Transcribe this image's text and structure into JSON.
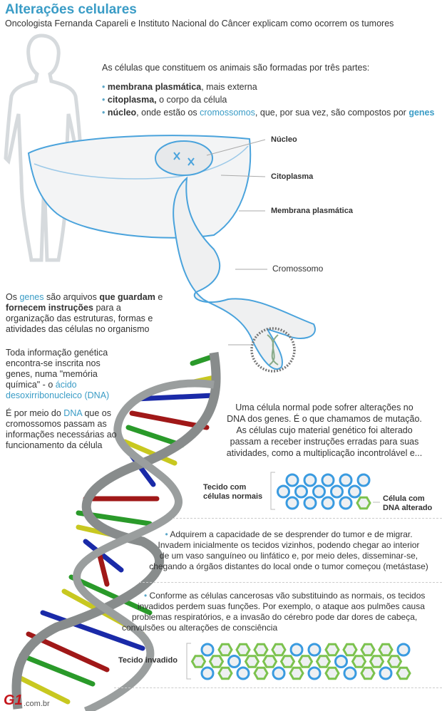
{
  "header": {
    "title": "Alterações celulares",
    "subtitle": "Oncologista Fernanda Capareli e Instituto Nacional do Câncer explicam como ocorrem os tumores"
  },
  "intro": {
    "lead": "As células que constituem os animais são formadas por três partes:",
    "items": [
      {
        "bold": "membrana plasmática",
        "rest": ", mais externa"
      },
      {
        "bold": "citoplasma,",
        "rest": " o corpo da célula"
      },
      {
        "bold": "núcleo",
        "rest": ", onde estão os ",
        "link1": "cromossomos",
        "rest2": ", que, por sua vez, são compostos por ",
        "link2": "genes"
      }
    ]
  },
  "labels": {
    "nucleus": "Núcleo",
    "cytoplasm": "Citoplasma",
    "membrane": "Membrana plasmática",
    "chromosome": "Cromossomo"
  },
  "genes_text": {
    "p1": "Os ",
    "genes": "genes",
    "p2": " são arquivos ",
    "b1": "que guardam",
    "p3": " e ",
    "b2": "fornecem instruções",
    "p4": " para a organização das estruturas, formas e atividades das células no organismo"
  },
  "dna_text": {
    "p1": "Toda informação genética encontra-se inscrita nos genes, numa \"memória química\" - o ",
    "link": "ácido desoxirribonucleico (DNA)"
  },
  "dna_text2": {
    "p1": "É por meio do ",
    "link": "DNA",
    "p2": " que os cromossomos passam as informações necessárias ao funcionamento da célula"
  },
  "mutation_text": [
    "Uma célula normal pode sofrer alterações no",
    "DNA dos genes. É o que chamamos de mutação.",
    "As células cujo material genético foi alterado",
    "passam a receber instruções erradas para suas",
    "atividades, como a multiplicação incontrolável e..."
  ],
  "normal_tissue": {
    "label_line1": "Tecido com",
    "label_line2": "células normais",
    "altered_line1": "Célula com",
    "altered_line2": "DNA alterado",
    "rows": [
      [
        "C",
        "C",
        "C",
        "C",
        "C"
      ],
      [
        "C",
        "C",
        "C",
        "C",
        "C"
      ],
      [
        "C",
        "C",
        "C",
        "C",
        "H"
      ]
    ]
  },
  "metastasis_text": [
    "Adquirem a capacidade de se desprender do tumor e de migrar.",
    "Invadem inicialmente os tecidos vizinhos, podendo chegar ao interior",
    "de um vaso sanguíneo ou linfático e, por meio deles, disseminar-se,",
    "chegando a órgãos distantes do local onde o tumor começou (metástase)"
  ],
  "invasion_text": [
    "Conforme as células cancerosas vão substituindo as normais, os tecidos",
    "invadidos perdem suas funções. Por exemplo, o ataque aos pulmões causa",
    "problemas respiratórios, e a invasão do cérebro pode dar dores de cabeça,",
    "convulsões ou alterações de consciência"
  ],
  "invaded_tissue": {
    "label": "Tecido invadido",
    "rows": [
      [
        "C",
        "H",
        "H",
        "H",
        "H",
        "C",
        "C",
        "H",
        "H",
        "H",
        "H",
        "C"
      ],
      [
        "H",
        "H",
        "C",
        "H",
        "H",
        "H",
        "H",
        "H",
        "C",
        "H",
        "H",
        "H"
      ],
      [
        "C",
        "H",
        "C",
        "H",
        "C",
        "H",
        "C",
        "H",
        "C",
        "H",
        "C",
        "H"
      ]
    ]
  },
  "footer": {
    "logo": "G1",
    "domain": ".com.br"
  },
  "colors": {
    "accent": "#3a9cc6",
    "cell_normal": "#3a9be0",
    "cell_altered": "#7cc24e",
    "cell_fill": "#eef0f2"
  }
}
